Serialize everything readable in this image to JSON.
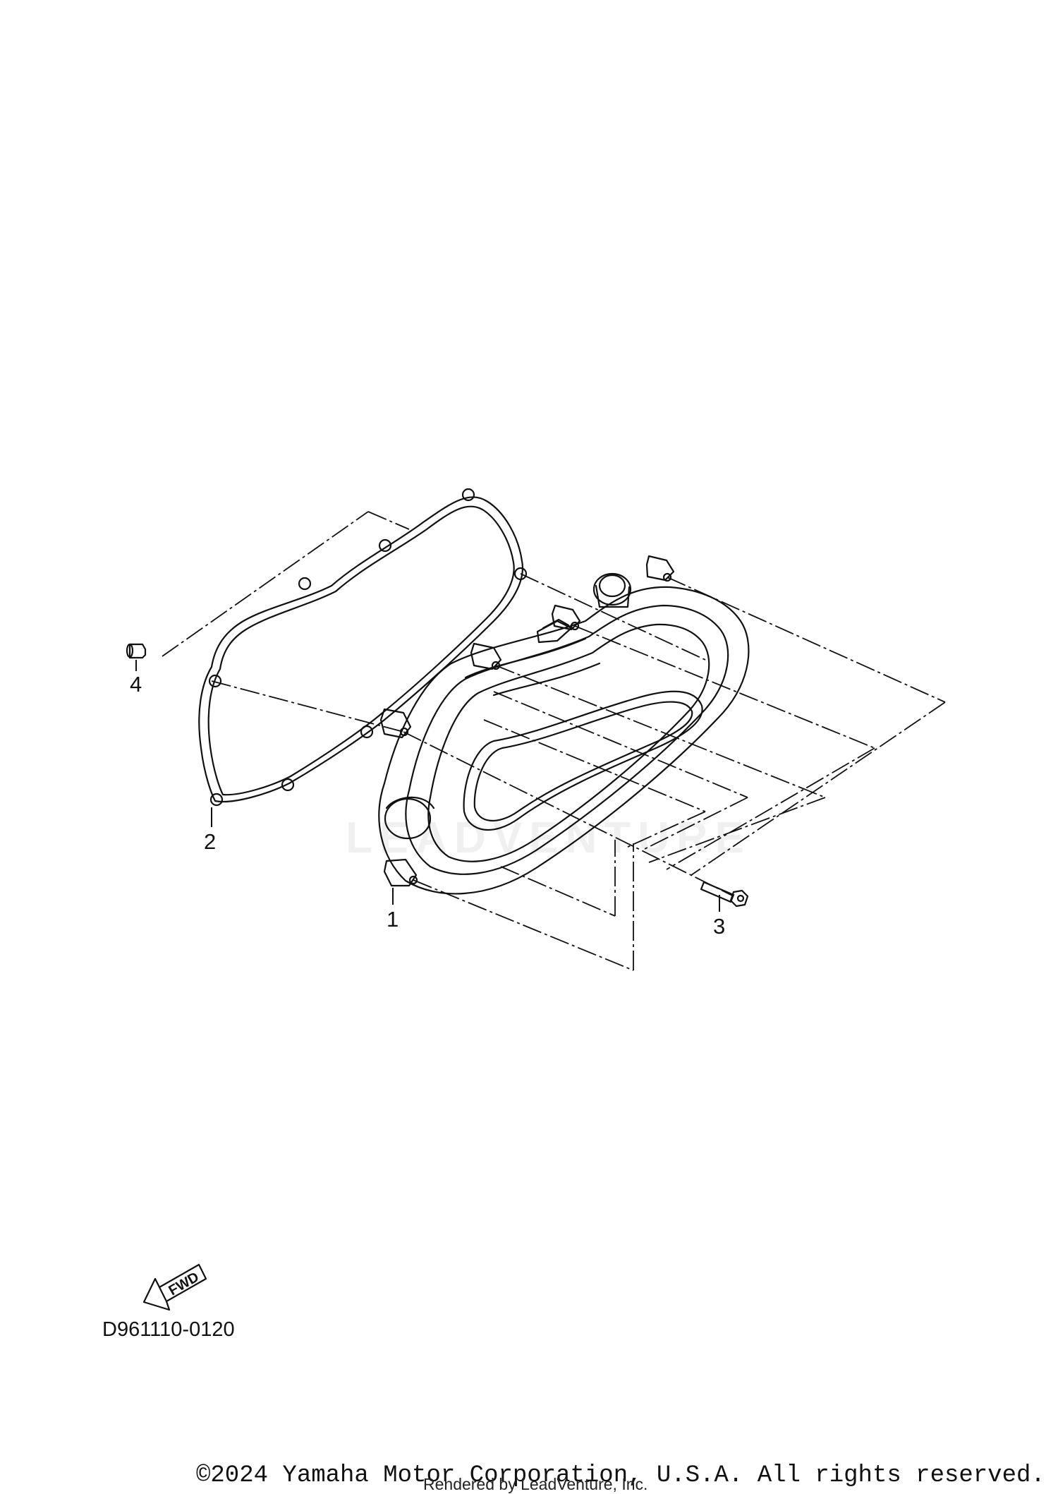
{
  "diagram": {
    "callouts": {
      "part_1": "1",
      "part_2": "2",
      "part_3": "3",
      "part_4": "4"
    },
    "fwd_label": "FWD",
    "diagram_code": "D961110-0120",
    "watermark": "LEADVENTURE",
    "copyright": "©2024 Yamaha Motor Corporation, U.S.A. All rights reserved.",
    "rendered_by": "Rendered by LeadVenture, Inc."
  },
  "colors": {
    "line": "#111111",
    "background": "#ffffff"
  }
}
